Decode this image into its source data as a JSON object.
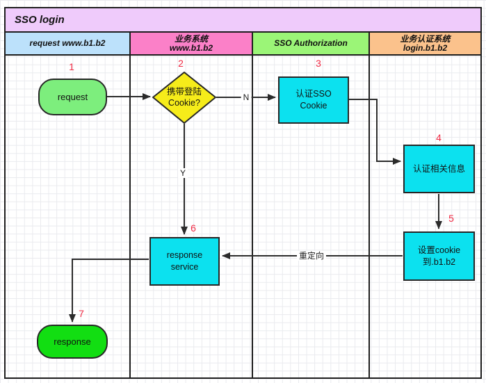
{
  "title": "SSO login",
  "lanes": [
    {
      "label": "request www.b1.b2",
      "bg": "#BCE1FB"
    },
    {
      "label": "业务系统\nwww.b1.b2",
      "bg": "#FB80C8"
    },
    {
      "label": "SSO Authorization",
      "bg": "#9BF577"
    },
    {
      "label": "业务认证系统\nlogin.b1.b2",
      "bg": "#FBC28C"
    }
  ],
  "nodes": [
    {
      "num": "1",
      "label": "request",
      "type": "terminator-start"
    },
    {
      "num": "2",
      "label": "携带登陆\nCookie?",
      "type": "decision"
    },
    {
      "num": "3",
      "label": "认证SSO\nCookie",
      "type": "process"
    },
    {
      "num": "4",
      "label": "认证相关信息",
      "type": "process"
    },
    {
      "num": "5",
      "label": "设置cookie\n到.b1.b2",
      "type": "process"
    },
    {
      "num": "6",
      "label": "response\nservice",
      "type": "process"
    },
    {
      "num": "7",
      "label": "response",
      "type": "terminator-end"
    }
  ],
  "edge_labels": {
    "no": "N",
    "yes": "Y",
    "redirect": "重定向"
  },
  "colors": {
    "title_bg": "#EFCBFB",
    "lane_request_bg": "#BCE1FB",
    "lane_business_bg": "#FB80C8",
    "lane_sso_bg": "#9BF577",
    "lane_auth_bg": "#FBC28C",
    "terminator_start": "#7DEE7D",
    "terminator_end": "#12DE12",
    "decision": "#F6EC1A",
    "process": "#0CE1EF",
    "number_label": "#F02B44",
    "line": "#2B2B2B"
  }
}
